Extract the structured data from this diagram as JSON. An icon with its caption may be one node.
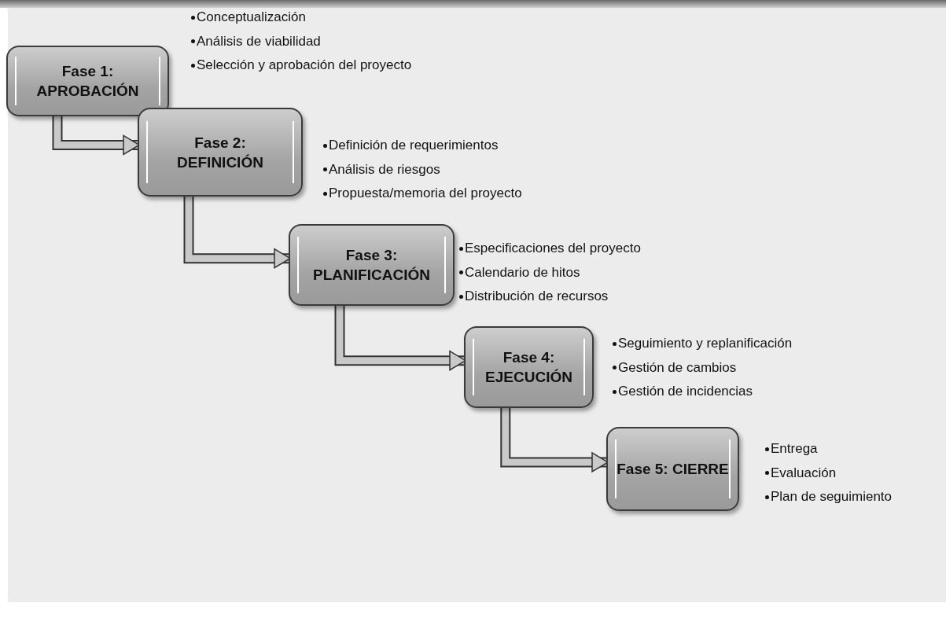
{
  "diagram": {
    "nodes": [
      {
        "text": [
          "Fase 1: APROBACIÓN"
        ],
        "beside": [
          "Conceptualización",
          "Análisis de viabilidad",
          "Selección y aprobación del proyecto"
        ]
      },
      {
        "text": [
          "Fase 2: DEFINICIÓN"
        ],
        "beside": [
          "Definición de requerimientos",
          "Análisis de riesgos",
          "Propuesta/memoria del proyecto"
        ]
      },
      {
        "text": [
          "Fase 3: PLANIFICACIÓN"
        ],
        "beside": [
          "Especificaciones del proyecto",
          "Calendario de hitos",
          "Distribución de recursos"
        ]
      },
      {
        "text": [
          "Fase 4: EJECUCIÓN"
        ],
        "beside": [
          "Seguimiento y replanificación",
          "Gestión de cambios",
          "Gestión de incidencias"
        ]
      },
      {
        "text": [
          "Fase 5: CIERRE"
        ],
        "beside": [
          "Entrega",
          "Evaluación",
          "Plan de seguimiento"
        ]
      }
    ],
    "edges": [
      {
        "from": 0,
        "to": 1,
        "arrow": "to"
      },
      {
        "from": 1,
        "to": 2,
        "arrow": "to"
      },
      {
        "from": 2,
        "to": 3,
        "arrow": "to"
      },
      {
        "from": 3,
        "to": 4,
        "arrow": "to"
      }
    ]
  }
}
